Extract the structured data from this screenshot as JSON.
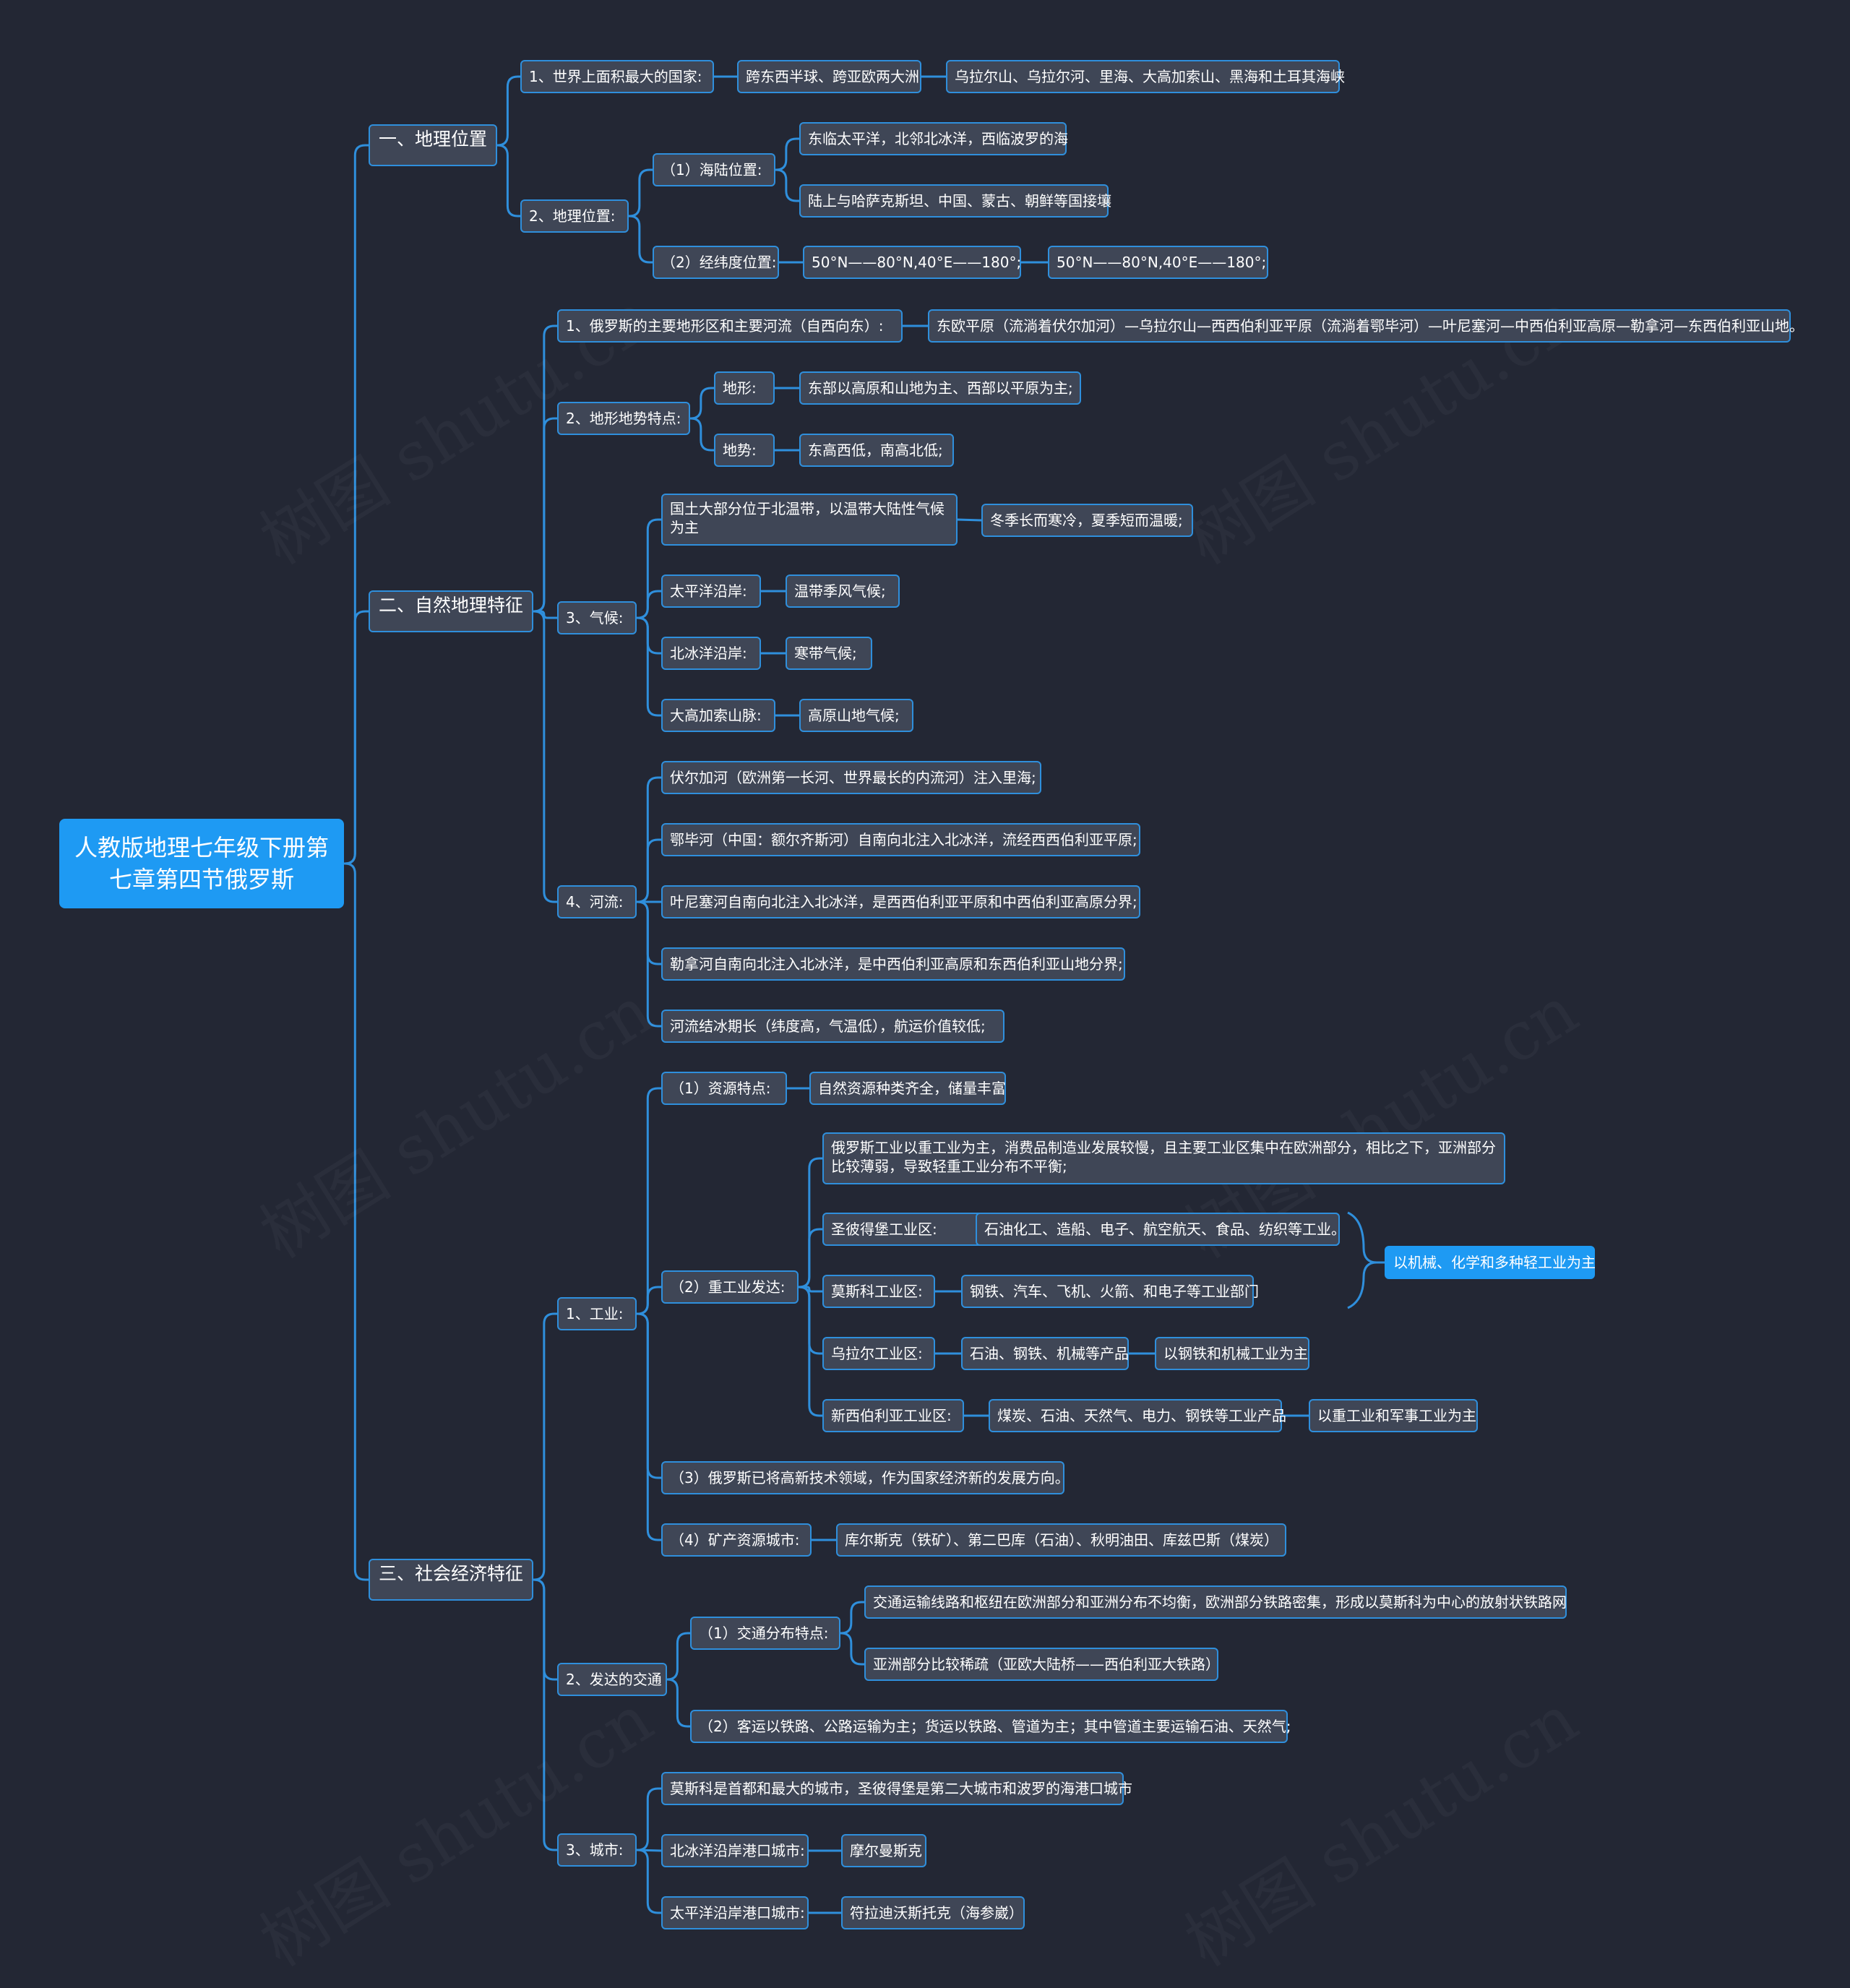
{
  "root": {
    "label": "人教版地理七年级下册第七章第四节俄罗斯"
  },
  "sections": [
    {
      "label": "一、地理位置",
      "children": [
        {
          "label": "1、世界上面积最大的国家:",
          "children": [
            {
              "label": "跨东西半球、跨亚欧两大洲",
              "children": [
                {
                  "label": "乌拉尔山、乌拉尔河、里海、大高加索山、黑海和土耳其海峡"
                }
              ]
            }
          ]
        },
        {
          "label": "2、地理位置:",
          "children": [
            {
              "label": "（1）海陆位置:",
              "children": [
                {
                  "label": "东临太平洋，北邻北冰洋，西临波罗的海"
                },
                {
                  "label": "陆上与哈萨克斯坦、中国、蒙古、朝鲜等国接壤"
                }
              ]
            },
            {
              "label": "（2）经纬度位置:",
              "children": [
                {
                  "label": "50°N——80°N,40°E——180°;",
                  "children": [
                    {
                      "label": "50°N——80°N,40°E——180°;"
                    }
                  ]
                }
              ]
            }
          ]
        }
      ]
    },
    {
      "label": "二、自然地理特征",
      "children": [
        {
          "label": "1、俄罗斯的主要地形区和主要河流（自西向东）:",
          "children": [
            {
              "label": "东欧平原（流淌着伏尔加河）—乌拉尔山—西西伯利亚平原（流淌着鄂毕河）—叶尼塞河—中西伯利亚高原—勒拿河—东西伯利亚山地。"
            }
          ]
        },
        {
          "label": "2、地形地势特点:",
          "children": [
            {
              "label": "地形:",
              "children": [
                {
                  "label": "东部以高原和山地为主、西部以平原为主;"
                }
              ]
            },
            {
              "label": "地势:",
              "children": [
                {
                  "label": "东高西低，南高北低;"
                }
              ]
            }
          ]
        },
        {
          "label": "3、气候:",
          "children": [
            {
              "label": "国土大部分位于北温带，以温带大陆性气候为主",
              "children": [
                {
                  "label": "冬季长而寒冷，夏季短而温暖;"
                }
              ]
            },
            {
              "label": "太平洋沿岸:",
              "children": [
                {
                  "label": "温带季风气候;"
                }
              ]
            },
            {
              "label": "北冰洋沿岸:",
              "children": [
                {
                  "label": "寒带气候;"
                }
              ]
            },
            {
              "label": "大高加索山脉:",
              "children": [
                {
                  "label": "高原山地气候;"
                }
              ]
            }
          ]
        },
        {
          "label": "4、河流:",
          "children": [
            {
              "label": "伏尔加河（欧洲第一长河、世界最长的内流河）注入里海;"
            },
            {
              "label": "鄂毕河（中国：额尔齐斯河）自南向北注入北冰洋，流经西西伯利亚平原;"
            },
            {
              "label": "叶尼塞河自南向北注入北冰洋，是西西伯利亚平原和中西伯利亚高原分界;"
            },
            {
              "label": "勒拿河自南向北注入北冰洋，是中西伯利亚高原和东西伯利亚山地分界;"
            },
            {
              "label": "河流结冰期长（纬度高，气温低），航运价值较低;"
            }
          ]
        }
      ]
    },
    {
      "label": "三、社会经济特征",
      "children": [
        {
          "label": "1、工业:",
          "children": [
            {
              "label": "（1）资源特点:",
              "children": [
                {
                  "label": "自然资源种类齐全，储量丰富"
                }
              ]
            },
            {
              "label": "（2）重工业发达:",
              "children": [
                {
                  "label": "俄罗斯工业以重工业为主，消费品制造业发展较慢，且主要工业区集中在欧洲部分，相比之下，亚洲部分比较薄弱，导致轻重工业分布不平衡;"
                },
                {
                  "label": "圣彼得堡工业区:",
                  "children": [
                    {
                      "label": "石油化工、造船、电子、航空航天、食品、纺织等工业。"
                    }
                  ]
                },
                {
                  "label": "莫斯科工业区:",
                  "children": [
                    {
                      "label": "钢铁、汽车、飞机、火箭、和电子等工业部门"
                    }
                  ]
                },
                {
                  "label": "乌拉尔工业区:",
                  "children": [
                    {
                      "label": "石油、钢铁、机械等产品",
                      "children": [
                        {
                          "label": "以钢铁和机械工业为主"
                        }
                      ]
                    }
                  ]
                },
                {
                  "label": "新西伯利亚工业区:",
                  "children": [
                    {
                      "label": "煤炭、石油、天然气、电力、钢铁等工业产品",
                      "children": [
                        {
                          "label": "以重工业和军事工业为主"
                        }
                      ]
                    }
                  ]
                }
              ]
            },
            {
              "label": "（3）俄罗斯已将高新技术领域，作为国家经济新的发展方向。"
            },
            {
              "label": "（4）矿产资源城市:",
              "children": [
                {
                  "label": "库尔斯克（铁矿）、第二巴库（石油）、秋明油田、库兹巴斯（煤炭）"
                }
              ]
            }
          ]
        },
        {
          "label": "2、发达的交通",
          "children": [
            {
              "label": "（1）交通分布特点:",
              "children": [
                {
                  "label": "交通运输线路和枢纽在欧洲部分和亚洲分布不均衡，欧洲部分铁路密集，形成以莫斯科为中心的放射状铁路网"
                },
                {
                  "label": "亚洲部分比较稀疏（亚欧大陆桥——西伯利亚大铁路）"
                }
              ]
            },
            {
              "label": "（2）客运以铁路、公路运输为主；货运以铁路、管道为主；其中管道主要运输石油、天然气;"
            }
          ]
        },
        {
          "label": "3、城市:",
          "children": [
            {
              "label": "莫斯科是首都和最大的城市，圣彼得堡是第二大城市和波罗的海港口城市"
            },
            {
              "label": "北冰洋沿岸港口城市:",
              "children": [
                {
                  "label": "摩尔曼斯克"
                }
              ]
            },
            {
              "label": "太平洋沿岸港口城市:",
              "children": [
                {
                  "label": "符拉迪沃斯托克（海参崴）"
                }
              ]
            }
          ]
        }
      ]
    }
  ],
  "summary": {
    "label": "以机械、化学和多种轻工业为主"
  },
  "watermark": "树图 shutu.cn",
  "colors": {
    "background": "#232734",
    "node": "#3f4656",
    "line": "#2f8fdc",
    "accent": "#1e9af3"
  }
}
